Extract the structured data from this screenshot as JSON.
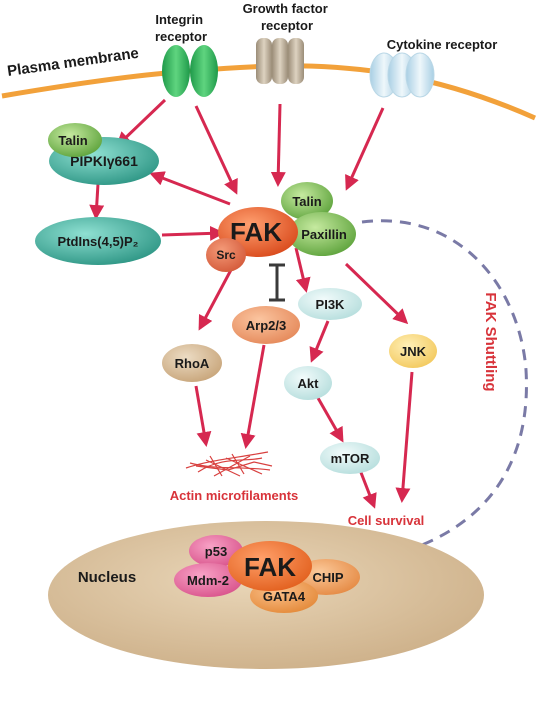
{
  "receptors": {
    "integrin": [
      "Integrin",
      "receptor"
    ],
    "growth_factor": [
      "Growth factor",
      "receptor"
    ],
    "cytokine": "Cytokine receptor"
  },
  "membrane": {
    "label": "Plasma membrane"
  },
  "nodes": {
    "talin_left": "Talin",
    "pipki": "PIPKIγ661",
    "ptdins": "PtdIns(4,5)P₂",
    "fak": "FAK",
    "src": "Src",
    "talin_right": "Talin",
    "paxillin": "Paxillin",
    "pi3k": "PI3K",
    "arp23": "Arp2/3",
    "rhoa": "RhoA",
    "akt": "Akt",
    "jnk": "JNK",
    "mtor": "mTOR"
  },
  "outputs": {
    "actin": "Actin microfilaments",
    "survival": "Cell survival",
    "shuttling": "FAK Shuttling"
  },
  "nucleus": {
    "label": "Nucleus",
    "fak": "FAK",
    "p53": "p53",
    "mdm2": "Mdm-2",
    "chip": "CHIP",
    "gata4": "GATA4"
  },
  "colors": {
    "arrow": "#d62850",
    "membrane": "#f2a13a",
    "fak": "#ee6a3c",
    "teal": "#4fb3a3",
    "green": "#8cc66a",
    "nucleus": "#dcc3a0",
    "label_red": "#d8333a"
  }
}
